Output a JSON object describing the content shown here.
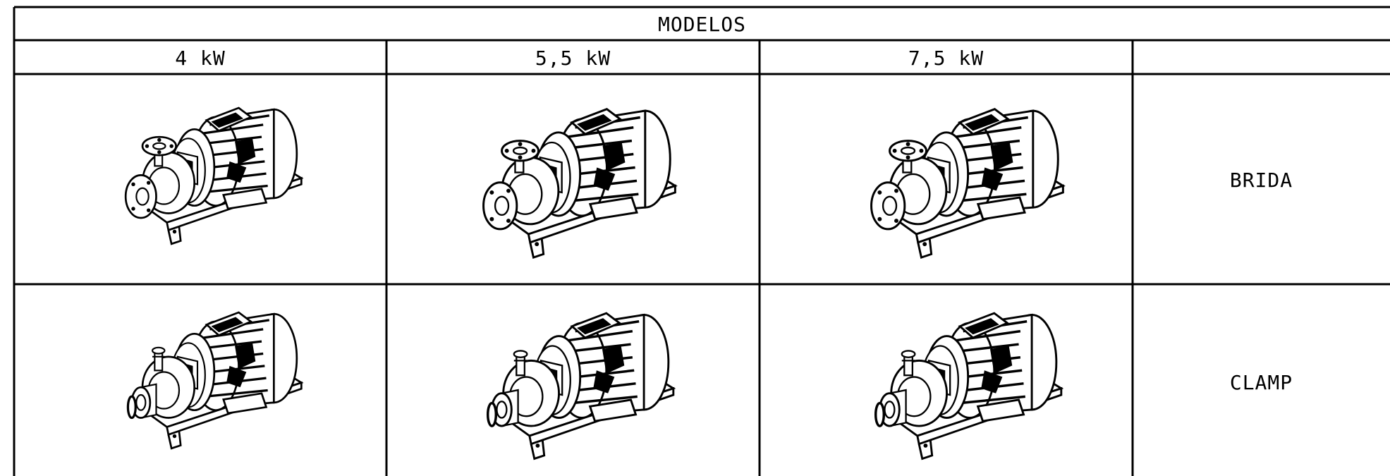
{
  "table": {
    "title": "MODELOS",
    "columns": [
      "4 kW",
      "5,5 kW",
      "7,5 kW",
      ""
    ],
    "rows": [
      {
        "label": "BRIDA",
        "variant": "flange"
      },
      {
        "label": "CLAMP",
        "variant": "clamp"
      }
    ]
  },
  "icons": {
    "flange_pump": "flanged-centrifugal-pump-icon",
    "clamp_pump": "clamp-centrifugal-pump-icon"
  }
}
